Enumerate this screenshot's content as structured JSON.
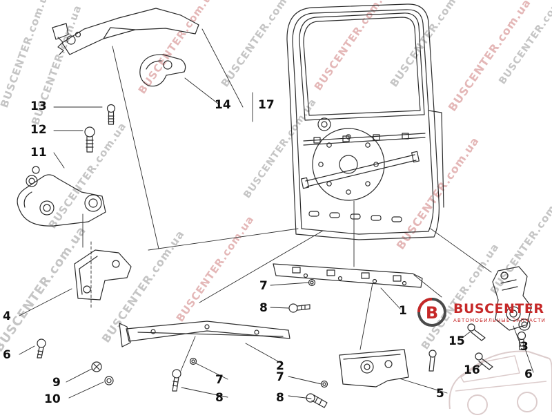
{
  "watermark": {
    "text": "BUSCENTER.com.ua",
    "gray_color": "#8c8c8c",
    "red_color": "#c97070"
  },
  "parts": [
    "13",
    "12",
    "11",
    "14",
    "17",
    "7",
    "8",
    "1",
    "2",
    "3",
    "4",
    "5",
    "6",
    "9",
    "10",
    "7",
    "8",
    "7",
    "8",
    "15",
    "16",
    "6"
  ],
  "logo": {
    "brand": "BUSCENTER",
    "tagline": "АВТОМОБИЛЬНЫЕ ЗАПЧАСТИ",
    "mark_letter": "B",
    "red": "#c62828",
    "dark": "#4a4a4a"
  },
  "diagram": {
    "line_color": "#2b2b2b",
    "subject": "sliding door hinge and rail parts diagram"
  }
}
